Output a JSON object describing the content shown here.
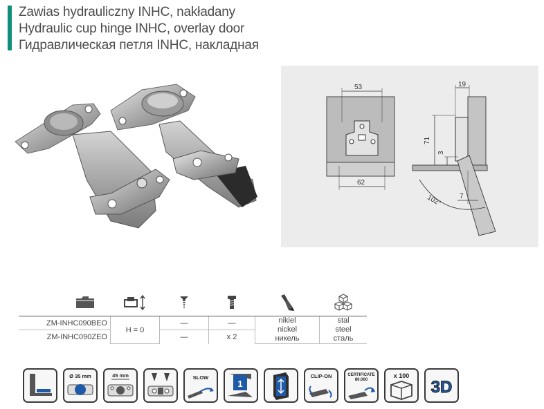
{
  "titles": {
    "pl": "Zawias hydrauliczny INHC, nakładany",
    "en": "Hydraulic cup hinge INHC, overlay door",
    "ru": "Гидравлическая петля INHC, накладная"
  },
  "colors": {
    "accent": "#0f8f7a",
    "drawing_bg": "#ececec",
    "icon_blue": "#1e5aa8"
  },
  "drawing": {
    "dims": {
      "w53": "53",
      "w62": "62",
      "h71": "71",
      "d19": "19",
      "d3": "3",
      "d7": "7",
      "angle": "102°"
    }
  },
  "table": {
    "header_icons": [
      "folder-icon",
      "height-adjust-icon",
      "wood-screw-icon",
      "euro-screw-icon",
      "finish-brush-icon",
      "material-cubes-icon"
    ],
    "rows": [
      {
        "code": "ZM-INHC090BEO",
        "screw_wood": "—",
        "screw_euro": "—"
      },
      {
        "code": "ZM-INHC090ZEO",
        "screw_wood": "—",
        "screw_euro": "x 2"
      }
    ],
    "height": "H = 0",
    "finish": {
      "pl": "nikiel",
      "en": "nickel",
      "ru": "никель"
    },
    "material": {
      "pl": "stal",
      "en": "steel",
      "ru": "сталь"
    }
  },
  "features": {
    "cup": "Ø 35 mm",
    "spacing": "45 mm",
    "slow": "SLOW",
    "one": "1",
    "clipon": "CLIP-ON",
    "cert_title": "CERTIFICATE",
    "cert_value": "80.000",
    "pack": "x 100",
    "three_d": "3D"
  }
}
